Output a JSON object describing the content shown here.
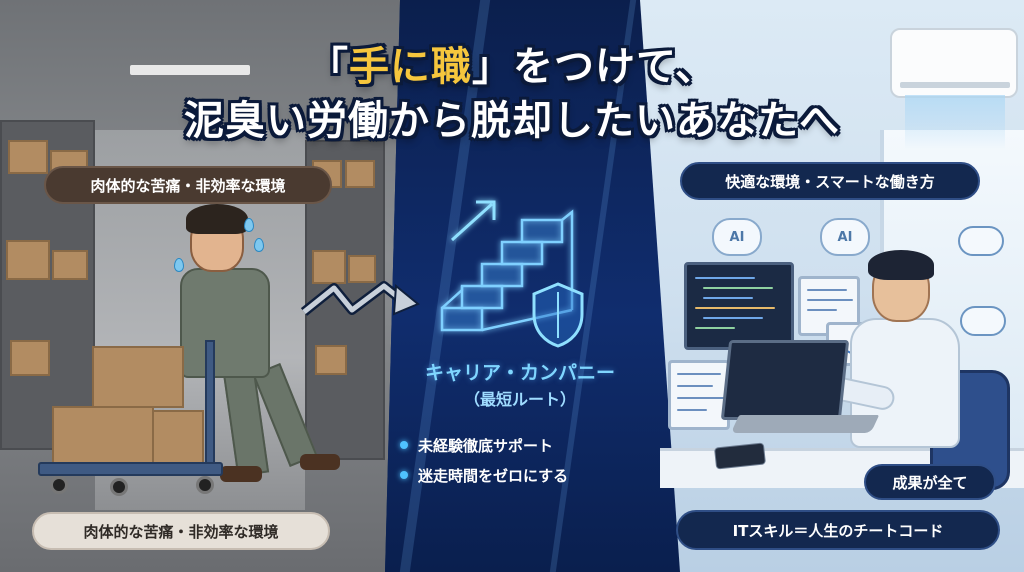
{
  "title": {
    "line1_bracket_open": "「",
    "line1_accent": "手に職",
    "line1_bracket_close": "」",
    "line1_rest": "をつけて、",
    "line2": "泥臭い労働から脱却したいあなたへ"
  },
  "left_panel": {
    "top_label": "肉体的な苦痛・非効率な環境",
    "bottom_label": "肉体的な苦痛・非効率な環境"
  },
  "center_panel": {
    "company": "キャリア・カンパニー",
    "route": "（最短ルート）",
    "bullets": [
      "未経験徹底サポート",
      "迷走時間をゼロにする"
    ]
  },
  "right_panel": {
    "top_label": "快適な環境・スマートな働き方",
    "ai_badge_1": "AI",
    "ai_badge_2": "AI",
    "result_label": "成果が全て",
    "bottom_label": "ITスキル＝人生のチートコード"
  },
  "colors": {
    "accent_yellow": "#f6c63d",
    "navy": "#13284f",
    "glow_blue": "#4fc3ff"
  },
  "icons": [
    "stairs-icon",
    "shield-icon",
    "arrow-up-icon",
    "zigzag-arrow-icon",
    "ai-brain-icon",
    "cloud-database-icon",
    "cloud-upload-icon"
  ]
}
